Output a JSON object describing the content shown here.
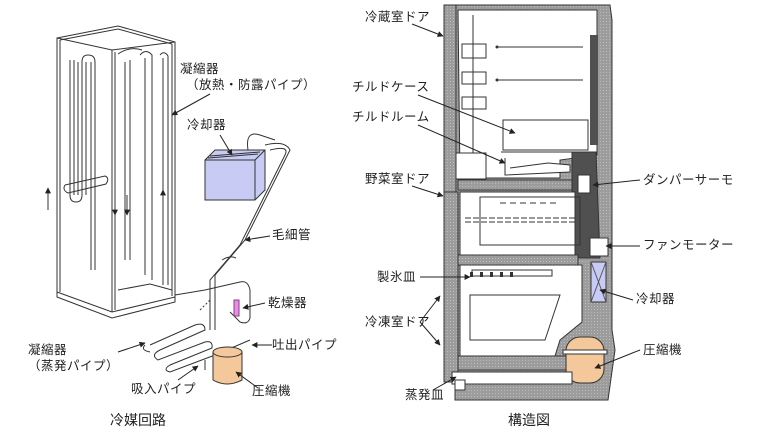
{
  "left_diagram": {
    "caption": "冷媒回路",
    "labels": {
      "condenser_heat": "凝縮器",
      "condenser_heat_sub": "（放熱・防露パイプ）",
      "cooler": "冷却器",
      "capillary": "毛細管",
      "dryer": "乾燥器",
      "discharge_pipe": "吐出パイプ",
      "condenser_evap": "凝縮器",
      "condenser_evap_sub": "（蒸発パイプ）",
      "suction_pipe": "吸入パイプ",
      "compressor": "圧縮機"
    },
    "colors": {
      "cooler": "#c8ccf4",
      "compressor": "#f4c89a",
      "dryer": "#e890e0"
    }
  },
  "right_diagram": {
    "caption": "構造図",
    "labels": {
      "fridge_door": "冷蔵室ドア",
      "chilled_case": "チルドケース",
      "chilled_room": "チルドルーム",
      "veg_door": "野菜室ドア",
      "damper_thermo": "ダンパーサーモ",
      "fan_motor": "ファンモーター",
      "ice_tray": "製氷皿",
      "cooler": "冷却器",
      "freezer_door": "冷凍室ドア",
      "compressor": "圧縮機",
      "evap_tray": "蒸発皿"
    },
    "colors": {
      "insulation": "#a8a8a8",
      "dark_insulation": "#505050",
      "cooler": "#c8ccf4",
      "compressor": "#f4c89a"
    }
  }
}
